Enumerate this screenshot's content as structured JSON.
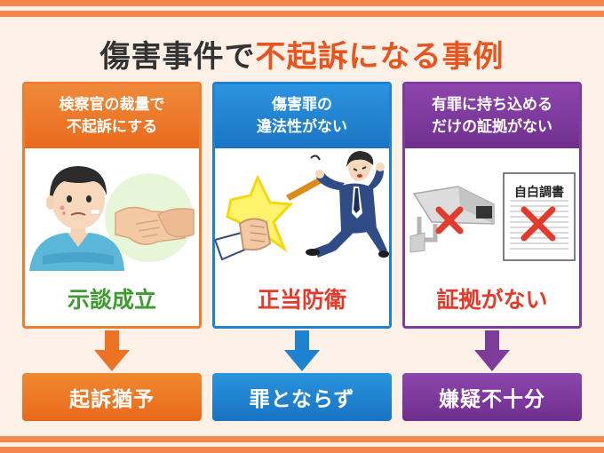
{
  "title": {
    "part1": "傷害事件で",
    "part2": "不起訴になる事例"
  },
  "cards": [
    {
      "header_line1": "検察官の裁量で",
      "header_line2": "不起訴にする",
      "illustration_icon": "man-handshake-icon",
      "label": "示談成立",
      "result": "起訴猶予",
      "color": "#ef7d2b"
    },
    {
      "header_line1": "傷害罪の",
      "header_line2": "違法性がない",
      "illustration_icon": "self-defense-punch-icon",
      "label": "正当防衛",
      "result": "罪とならず",
      "color": "#1f82d0"
    },
    {
      "header_line1": "有罪に持ち込める",
      "header_line2": "だけの証拠がない",
      "illustration_icon": "no-evidence-camera-document-icon",
      "document_title": "自白調書",
      "label": "証拠がない",
      "result": "嫌疑不十分",
      "color": "#7d3b9a"
    }
  ],
  "colors": {
    "background": "#fdf0e6",
    "stripe": "#f5874a",
    "title_accent": "#e8541e",
    "label_green": "#3e9b2f",
    "label_red": "#e23b2c"
  }
}
